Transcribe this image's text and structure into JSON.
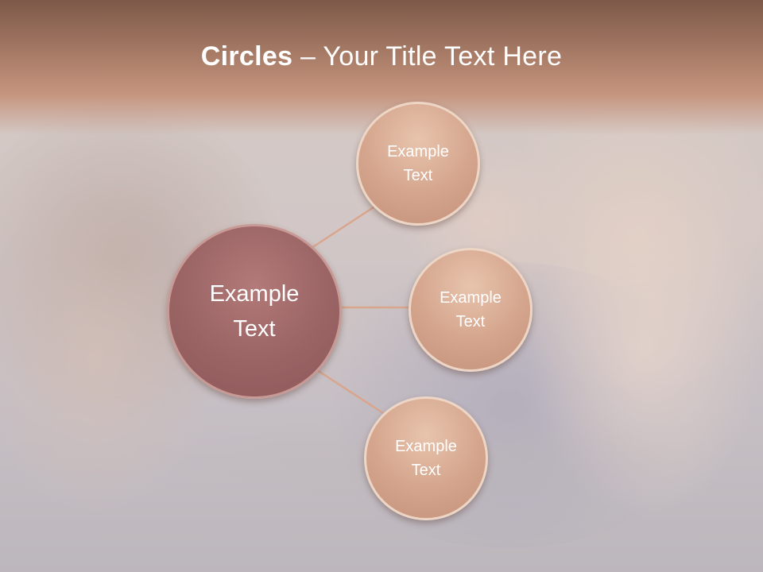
{
  "slide": {
    "title_bold": "Circles",
    "title_rest": " – Your Title Text Here"
  },
  "diagram": {
    "center_label": "Example\nText",
    "nodes": [
      {
        "label": "Example\nText"
      },
      {
        "label": "Example\nText"
      },
      {
        "label": "Example\nText"
      }
    ]
  },
  "colors": {
    "header": "#a77b66",
    "center_circle": "#9a6364",
    "node_circle": "#d4a48c",
    "connector": "#d9a58c"
  }
}
